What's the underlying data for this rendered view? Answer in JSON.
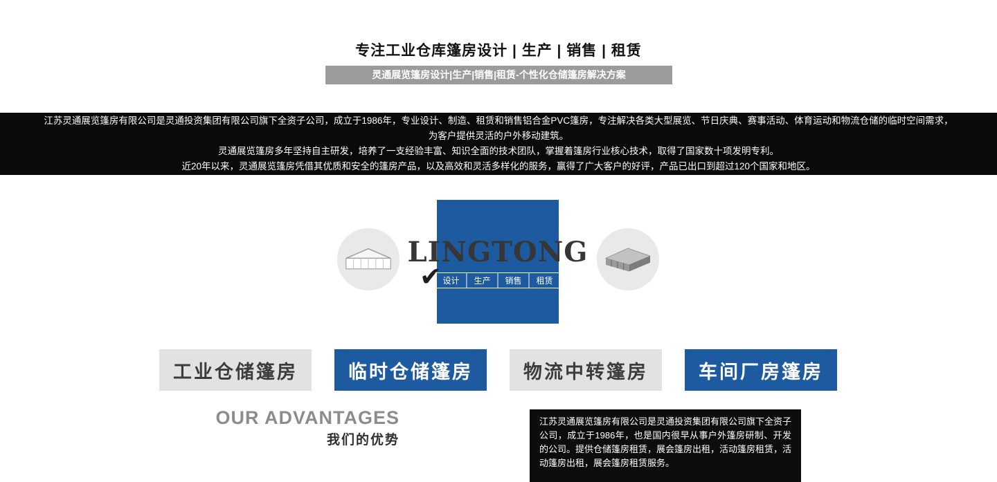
{
  "header": {
    "main_title": "专注工业仓库篷房设计 | 生产 | 销售 | 租赁",
    "subtitle_bar": "灵通展览篷房设计|生产|销售|租赁-个性化仓储篷房解决方案"
  },
  "intro_banner": {
    "lines": [
      "江苏灵通展览篷房有限公司是灵通投资集团有限公司旗下全资子公司，成立于1986年，专业设计、制造、租赁和销售铝合金PVC篷房，专注解决各类大型展览、节日庆典、赛事活动、体育运动和物流仓储的临时空间需求，",
      "为客户提供灵活的户外移动建筑。",
      "灵通展览篷房多年坚持自主研发，培养了一支经验丰富、知识全面的技术团队，掌握着篷房行业核心技术，取得了国家数十项发明专利。",
      "近20年以来，灵通展览篷房凭借其优质和安全的篷房产品，以及高效和灵活多样化的服务，赢得了广大客户的好评，产品已出口到超过120个国家和地区。"
    ]
  },
  "brand": {
    "logo_text": "LINGTONG",
    "checkmark": "✔",
    "tagline_items": [
      "设计",
      "生产",
      "销售",
      "租赁"
    ]
  },
  "categories": [
    {
      "label": "工业仓储篷房",
      "variant": "gray"
    },
    {
      "label": "临时仓储篷房",
      "variant": "blue"
    },
    {
      "label": "物流中转篷房",
      "variant": "gray"
    },
    {
      "label": "车间厂房篷房",
      "variant": "blue"
    }
  ],
  "advantages": {
    "title_en": "OUR ADVANTAGES",
    "title_zh": "我们的优势"
  },
  "about_block": {
    "text": "江苏灵通展览篷房有限公司是灵通投资集团有限公司旗下全资子公司，成立于1986年，也是国内很早从事户外篷房研制、开发的公司。提供仓储篷房租赁，展会篷房出租，活动篷房租赁，活动篷房出租，展会篷房租赁服务。"
  },
  "colors": {
    "brand_blue": "#1d5aa0",
    "subtitle_gray": "#9b9b9b",
    "banner_black": "#0a0a0a",
    "button_gray": "#e2e2e2"
  }
}
